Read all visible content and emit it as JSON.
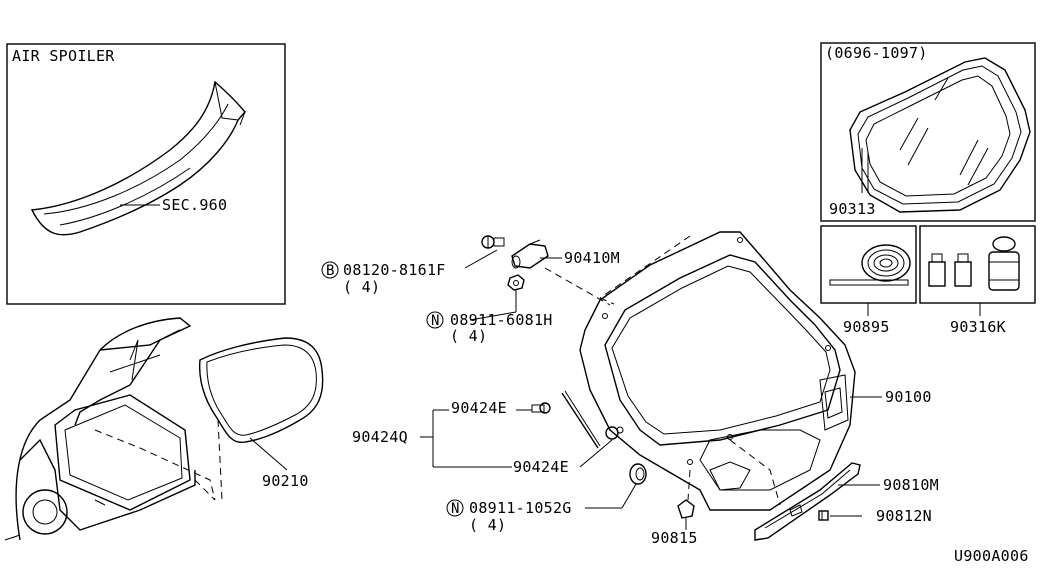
{
  "spoiler_panel": {
    "title": "AIR SPOILER",
    "ref": "SEC.960"
  },
  "glass_panel": {
    "date_range": "(0696-1097)",
    "part": "90313"
  },
  "kit_panels": {
    "left_part": "90895",
    "right_part": "90316K"
  },
  "parts": {
    "weatherstrip": "90210",
    "bolt_prefix": "B",
    "bolt": "08120-8161F",
    "bolt_qty": "( 4)",
    "stay_bracket": "90410M",
    "nut_prefix": "N",
    "nut": "08911-6081H",
    "nut_qty": "( 4)",
    "stay_assy": "90424Q",
    "stay_upper": "90424E",
    "stay_lower": "90424E",
    "nut2_prefix": "N",
    "nut2": "08911-1052G",
    "nut2_qty": "( 4)",
    "bumper_rubber": "90815",
    "back_door": "90100",
    "finisher": "90810M",
    "clip": "90812N"
  },
  "diagram_code": "U900A006"
}
